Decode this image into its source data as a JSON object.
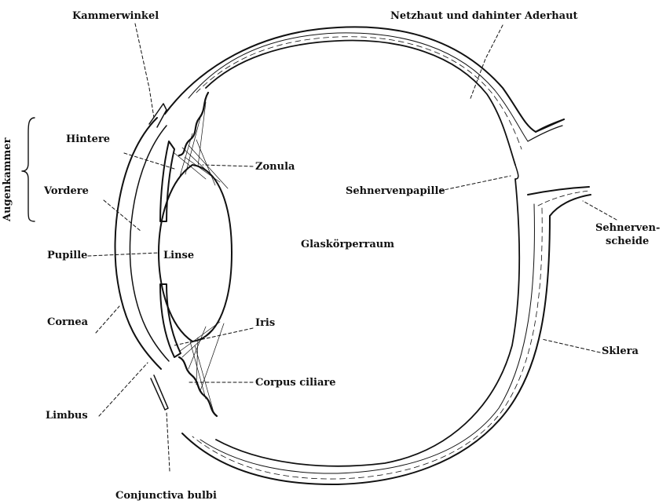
{
  "labels": {
    "kammerwinkel": "Kammerwinkel",
    "netzhaut": "Netzhaut und dahinter Aderhaut",
    "augenkammer": "Augenkammer",
    "hintere": "Hintere",
    "zonula": "Zonula",
    "vordere": "Vordere",
    "sehnervenpapille": "Sehnervenpapille",
    "sehnervenscheide_1": "Sehnerven-",
    "sehnervenscheide_2": "scheide",
    "pupille": "Pupille",
    "linse": "Linse",
    "glaskoerperraum": "Glaskörperraum",
    "cornea": "Cornea",
    "iris": "Iris",
    "sklera": "Sklera",
    "corpus_ciliare": "Corpus ciliare",
    "limbus": "Limbus",
    "conjunctiva_bulbi": "Conjunctiva bulbi"
  },
  "colors": {
    "ink": "#111111",
    "paper": "#ffffff"
  }
}
